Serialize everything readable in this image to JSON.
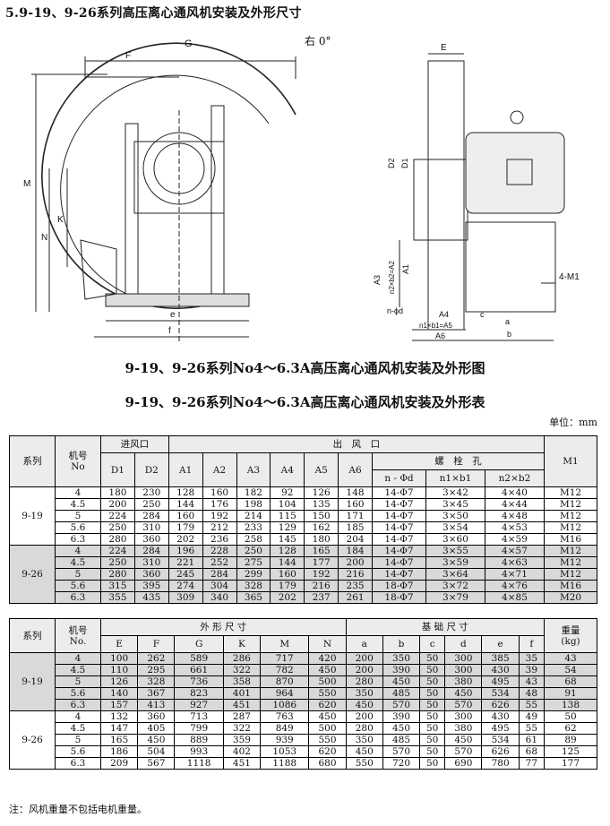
{
  "header": "5.9-19、9-26系列高压离心通风机安装及外形尺寸",
  "drawing": {
    "left_labels": [
      "G",
      "F",
      "M",
      "N",
      "K",
      "e",
      "f"
    ],
    "rotation_label": "右 0°",
    "right_labels": [
      "E",
      "D2",
      "D1",
      "A3",
      "n2×b2=A2",
      "A1",
      "4-M1",
      "n-ϕd",
      "A4",
      "n1×b1=A5",
      "A6",
      "c",
      "a",
      "b"
    ]
  },
  "caption1": "9-19、9-26系列No4～6.3A高压离心通风机安装及外形图",
  "caption2": "9-19、9-26系列No4～6.3A高压离心通风机安装及外形表",
  "unit": "单位：mm",
  "table1": {
    "h_series": "系列",
    "h_machine_no": "机号",
    "h_machine_no2": "No",
    "h_inlet": "进风口",
    "h_outlet": "出　风　口",
    "h_bolts": "螺　栓　孔",
    "h_m1": "M1",
    "cols": [
      "D1",
      "D2",
      "A1",
      "A2",
      "A3",
      "A4",
      "A5",
      "A6",
      "n - Φd",
      "n1×b1",
      "n2×b2"
    ],
    "groups": [
      {
        "series": "9-19",
        "shade": false,
        "rows": [
          [
            "4",
            "180",
            "230",
            "128",
            "160",
            "182",
            "92",
            "126",
            "148",
            "14-Φ7",
            "3×42",
            "4×40",
            "M12"
          ],
          [
            "4.5",
            "200",
            "250",
            "144",
            "176",
            "198",
            "104",
            "135",
            "160",
            "14-Φ7",
            "3×45",
            "4×44",
            "M12"
          ],
          [
            "5",
            "224",
            "284",
            "160",
            "192",
            "214",
            "115",
            "150",
            "171",
            "14-Φ7",
            "3×50",
            "4×48",
            "M12"
          ],
          [
            "5.6",
            "250",
            "310",
            "179",
            "212",
            "233",
            "129",
            "162",
            "185",
            "14-Φ7",
            "3×54",
            "4×53",
            "M12"
          ],
          [
            "6.3",
            "280",
            "360",
            "202",
            "236",
            "258",
            "145",
            "180",
            "204",
            "14-Φ7",
            "3×60",
            "4×59",
            "M16"
          ]
        ]
      },
      {
        "series": "9-26",
        "shade": true,
        "rows": [
          [
            "4",
            "224",
            "284",
            "196",
            "228",
            "250",
            "128",
            "165",
            "184",
            "14-Φ7",
            "3×55",
            "4×57",
            "M12"
          ],
          [
            "4.5",
            "250",
            "310",
            "221",
            "252",
            "275",
            "144",
            "177",
            "200",
            "14-Φ7",
            "3×59",
            "4×63",
            "M12"
          ],
          [
            "5",
            "280",
            "360",
            "245",
            "284",
            "299",
            "160",
            "192",
            "216",
            "14-Φ7",
            "3×64",
            "4×71",
            "M12"
          ],
          [
            "5.6",
            "315",
            "395",
            "274",
            "304",
            "328",
            "179",
            "216",
            "235",
            "18-Φ7",
            "3×72",
            "4×76",
            "M16"
          ],
          [
            "6.3",
            "355",
            "435",
            "309",
            "340",
            "365",
            "202",
            "237",
            "261",
            "18-Φ7",
            "3×79",
            "4×85",
            "M20"
          ]
        ]
      }
    ]
  },
  "table2": {
    "h_series": "系列",
    "h_machine_no": "机号",
    "h_machine_no2": "No.",
    "h_outline": "外 形 尺 寸",
    "h_base": "基 础 尺 寸",
    "h_weight": "重量",
    "h_weight_unit": "(kg)",
    "cols": [
      "E",
      "F",
      "G",
      "K",
      "M",
      "N",
      "a",
      "b",
      "c",
      "d",
      "e",
      "f"
    ],
    "groups": [
      {
        "series": "9-19",
        "shade": true,
        "rows": [
          [
            "4",
            "100",
            "262",
            "589",
            "286",
            "717",
            "420",
            "200",
            "350",
            "50",
            "300",
            "385",
            "35",
            "43"
          ],
          [
            "4.5",
            "110",
            "295",
            "661",
            "322",
            "782",
            "450",
            "200",
            "390",
            "50",
            "300",
            "430",
            "39",
            "54"
          ],
          [
            "5",
            "126",
            "328",
            "736",
            "358",
            "870",
            "500",
            "280",
            "450",
            "50",
            "380",
            "495",
            "43",
            "68"
          ],
          [
            "5.6",
            "140",
            "367",
            "823",
            "401",
            "964",
            "550",
            "350",
            "485",
            "50",
            "450",
            "534",
            "48",
            "91"
          ],
          [
            "6.3",
            "157",
            "413",
            "927",
            "451",
            "1086",
            "620",
            "450",
            "570",
            "50",
            "570",
            "626",
            "55",
            "138"
          ]
        ]
      },
      {
        "series": "9-26",
        "shade": false,
        "rows": [
          [
            "4",
            "132",
            "360",
            "713",
            "287",
            "763",
            "450",
            "200",
            "390",
            "50",
            "300",
            "430",
            "49",
            "50"
          ],
          [
            "4.5",
            "147",
            "405",
            "799",
            "322",
            "849",
            "500",
            "280",
            "450",
            "50",
            "380",
            "495",
            "55",
            "62"
          ],
          [
            "5",
            "165",
            "450",
            "889",
            "359",
            "939",
            "550",
            "350",
            "485",
            "50",
            "450",
            "534",
            "61",
            "89"
          ],
          [
            "5.6",
            "186",
            "504",
            "993",
            "402",
            "1053",
            "620",
            "450",
            "570",
            "50",
            "570",
            "626",
            "68",
            "125"
          ],
          [
            "6.3",
            "209",
            "567",
            "1118",
            "451",
            "1188",
            "680",
            "550",
            "720",
            "50",
            "690",
            "780",
            "77",
            "177"
          ]
        ]
      }
    ]
  },
  "note": "注：风机重量不包括电机重量。"
}
